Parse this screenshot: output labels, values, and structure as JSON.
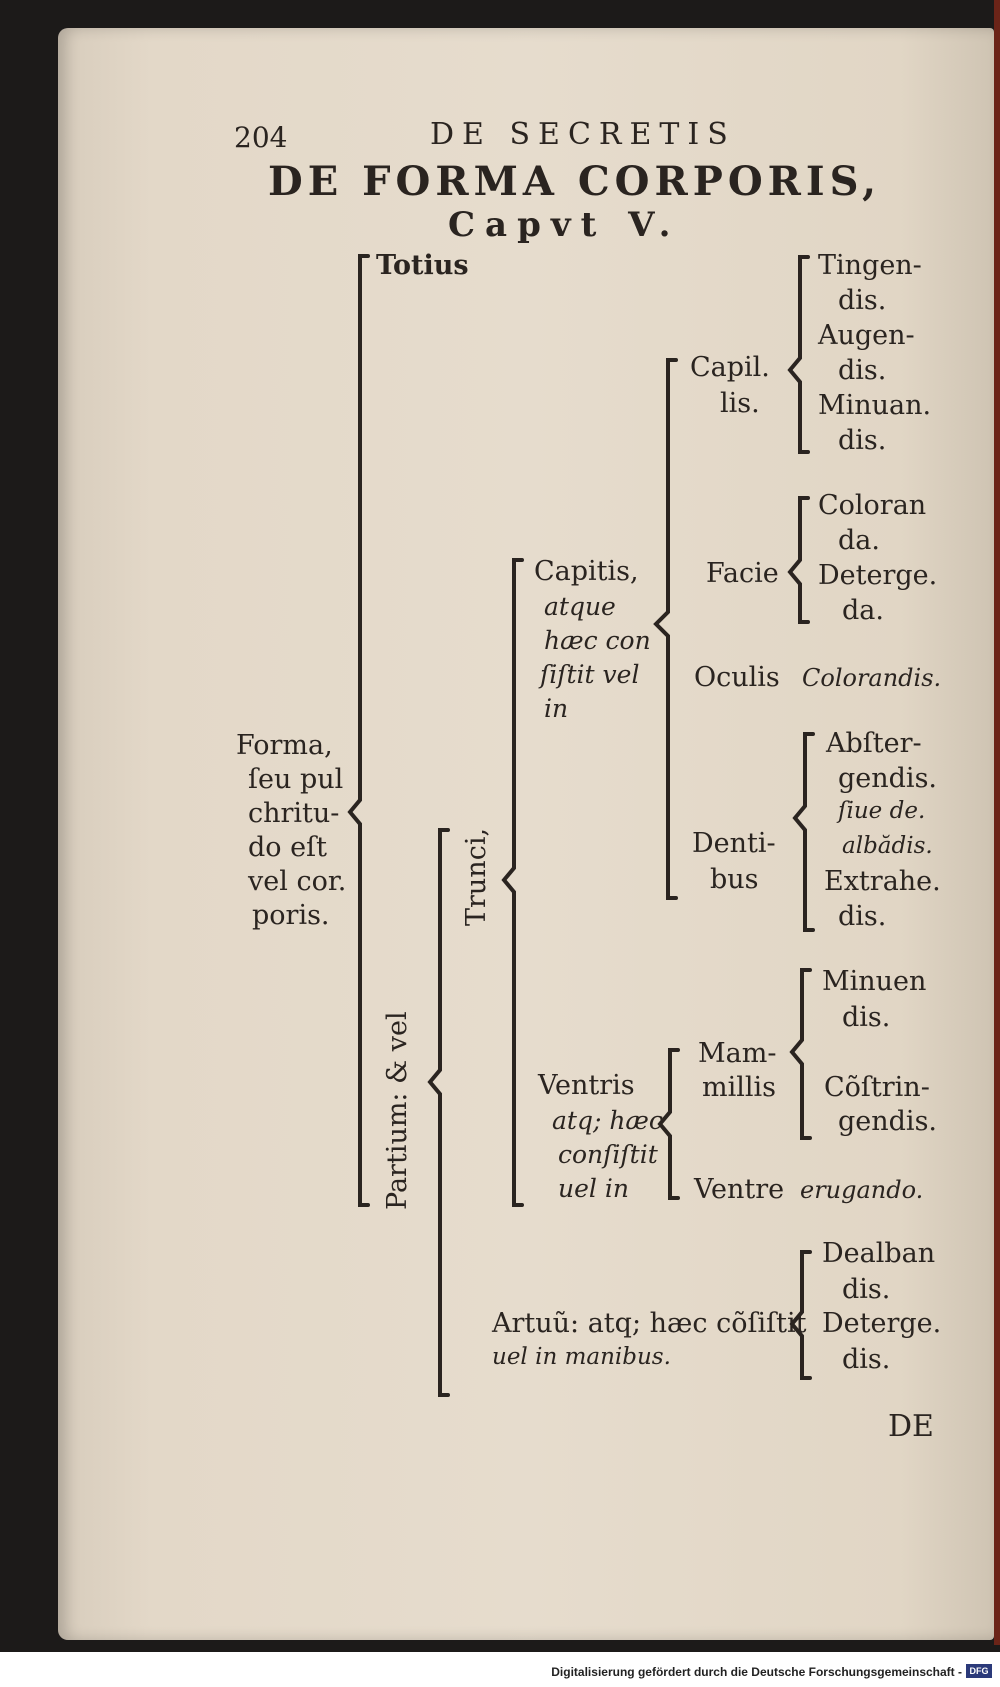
{
  "page_number": "204",
  "running_head": "DE SECRETIS",
  "title": "DE FORMA CORPORIS,",
  "chapter": "Capvt V.",
  "root": [
    "Forma,",
    "ſeu pul",
    "chritu-",
    "do eſt",
    "vel cor.",
    "poris."
  ],
  "totius": "Totius",
  "partium": "Partium: & vel",
  "trunci": "Trunci,",
  "capitis": [
    "Capitis,",
    "atque",
    "hæc con",
    "ſiſtit vel",
    "in"
  ],
  "capillis": [
    "Capil.",
    "lis."
  ],
  "capillis_items": [
    "Tingen-",
    "dis.",
    "Augen-",
    "dis.",
    "Minuan.",
    "dis."
  ],
  "facie": "Facie",
  "facie_items": [
    "Coloran",
    "da.",
    "Deterge.",
    "da."
  ],
  "oculis": "Oculis",
  "oculis_item": "Colorandis.",
  "dentibus": [
    "Denti-",
    "bus"
  ],
  "dentibus_items": [
    "Abſter-",
    "gendis.",
    "ſiue de.",
    "albădis.",
    "Extrahe.",
    "dis."
  ],
  "ventris": [
    "Ventris",
    "atq; hæc",
    "conſiſtit",
    "uel in"
  ],
  "mammillis": [
    "Mam-",
    "millis"
  ],
  "mammillis_items": [
    "Minuen",
    "dis.",
    "Cõſtrin-",
    "gendis."
  ],
  "ventre": "Ventre",
  "ventre_item": "erugando.",
  "artuum": [
    "Artuũ: atq; hæc cõſiſtit",
    "uel in manibus."
  ],
  "artuum_items": [
    "Dealban",
    "dis.",
    "Deterge.",
    "dis."
  ],
  "catchword": "DE",
  "footer": "Digitalisierung gefördert durch die Deutsche Forschungsgemeinschaft -",
  "footer_logo": "DFG"
}
